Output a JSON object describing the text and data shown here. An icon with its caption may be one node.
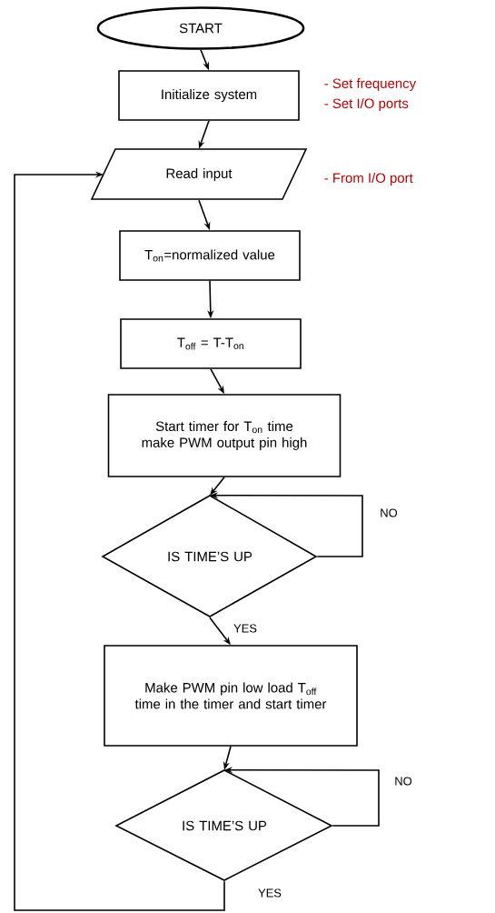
{
  "diagram": {
    "nodes": [
      {
        "text": [
          "START"
        ]
      },
      {
        "text": [
          "Initialize system"
        ],
        "beside": [
          "- Set frequency",
          "- Set I/O ports"
        ]
      },
      {
        "text": [
          "Read input"
        ],
        "beside": [
          "- From I/O port"
        ]
      },
      {
        "text": [
          "T$_{on}$=normalized value"
        ]
      },
      {
        "text": [
          "T$_{off}$ = T-T$_{on}$"
        ]
      },
      {
        "text": [
          "Start timer for T$_{on}$ time make PWM output pin high"
        ]
      },
      {
        "text": [
          "IS TIME’S UP"
        ]
      },
      {
        "text": [
          "Make PWM pin low load T$_{off}$ time in the timer and start timer"
        ]
      },
      {
        "text": [
          "IS TIME’S UP"
        ]
      }
    ],
    "edges": [
      {
        "from": 0,
        "to": 1,
        "arrow": "to"
      },
      {
        "from": 1,
        "to": 2,
        "arrow": "to"
      },
      {
        "from": 2,
        "to": 3,
        "arrow": "to"
      },
      {
        "from": 3,
        "to": 4,
        "arrow": "to"
      },
      {
        "from": 4,
        "to": 5,
        "arrow": "to"
      },
      {
        "from": 5,
        "to": 6,
        "arrow": "to"
      },
      {
        "from": 6,
        "to": 6,
        "arrow": "to",
        "label": "NO"
      },
      {
        "from": 6,
        "to": 7,
        "arrow": "to",
        "label": "YES"
      },
      {
        "from": 7,
        "to": 8,
        "arrow": "to"
      },
      {
        "from": 8,
        "to": 8,
        "arrow": "to",
        "label": "NO"
      },
      {
        "from": 8,
        "to": 2,
        "arrow": "to",
        "label": "YES"
      }
    ]
  }
}
